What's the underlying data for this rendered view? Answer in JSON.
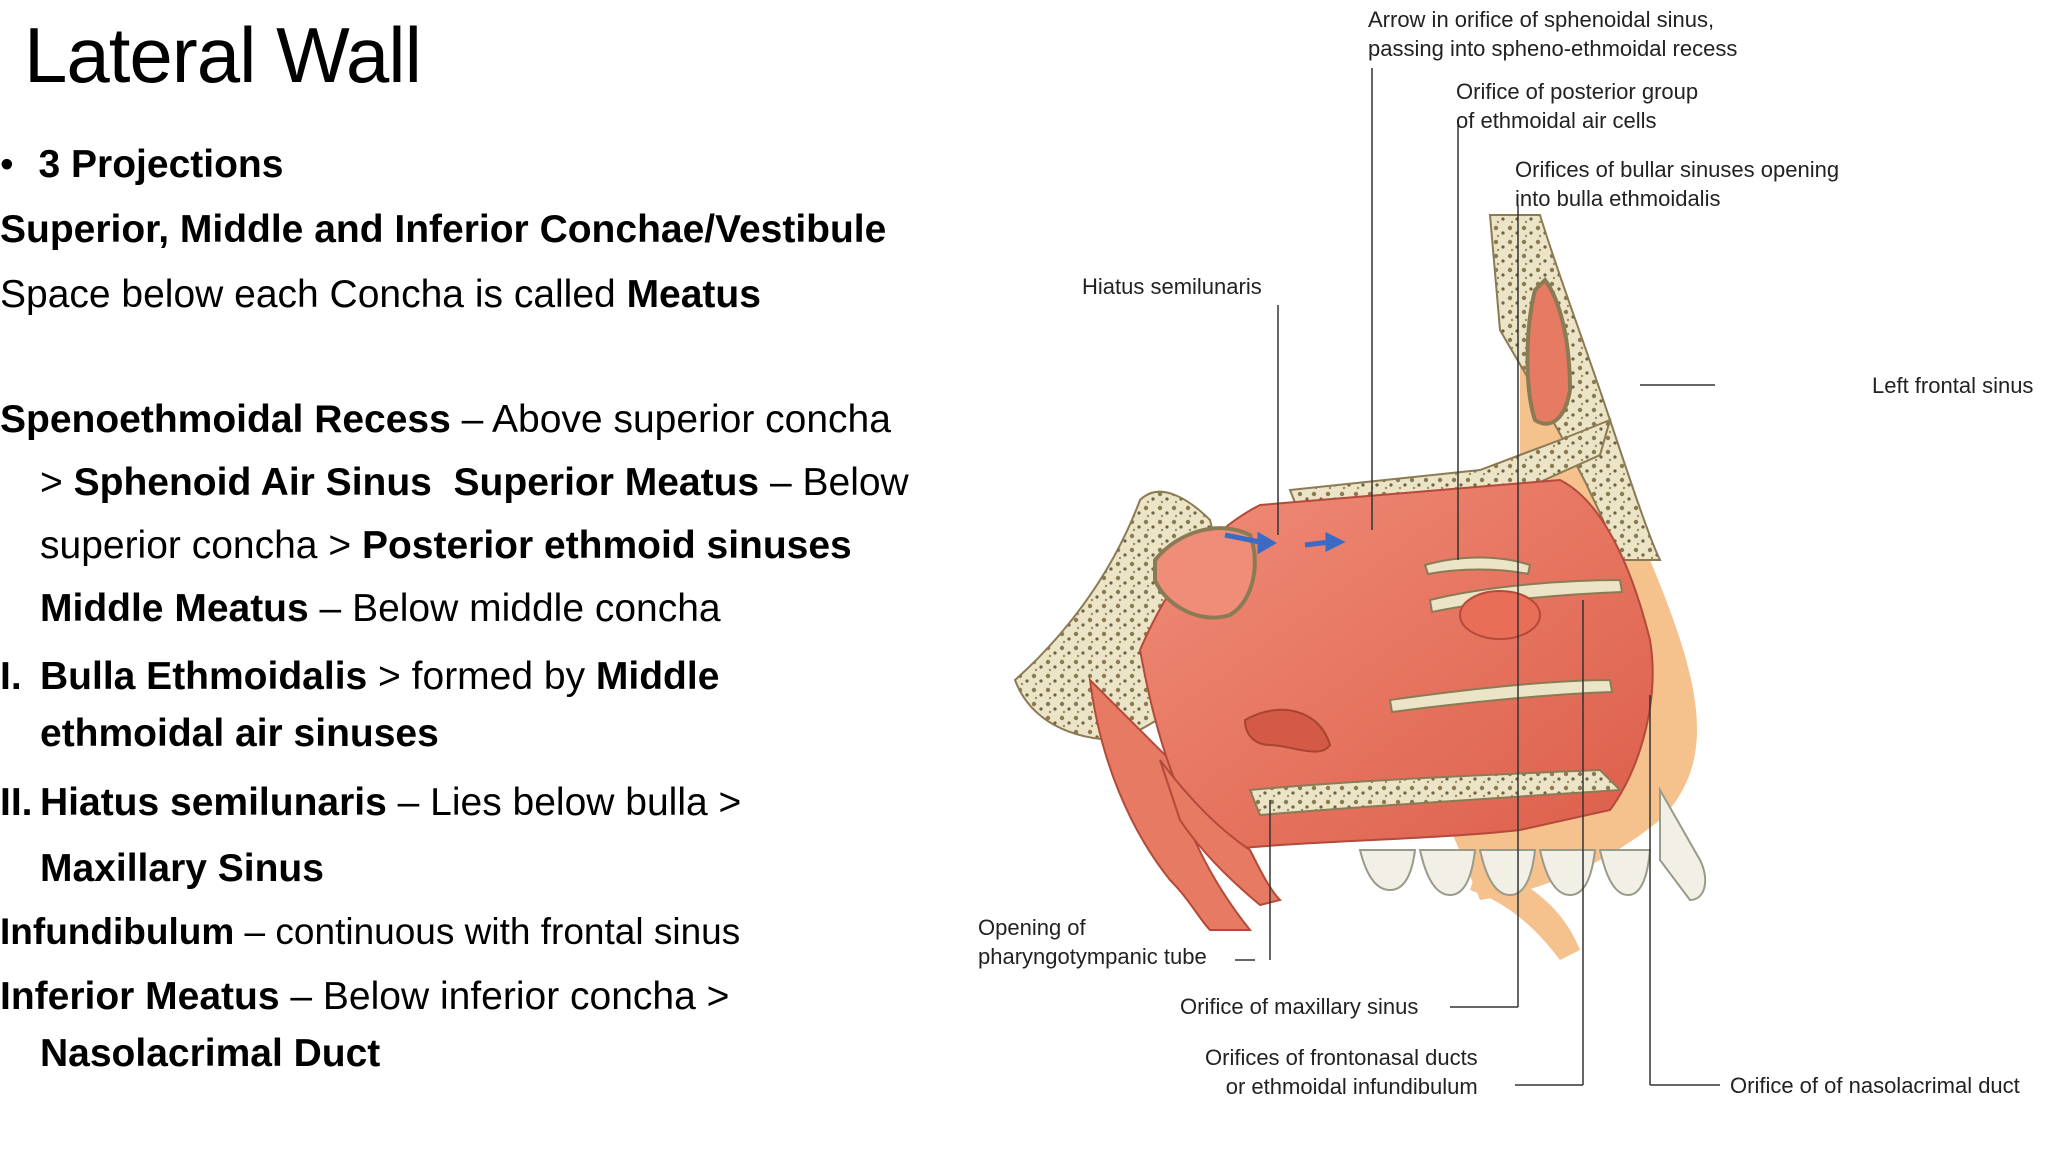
{
  "title": "Lateral Wall",
  "lines": {
    "l1_bullet": "•",
    "l1": "3 Projections",
    "l2": "Superior, Middle and Inferior Conchae/Vestibule",
    "l3_a": "Space below each Concha is called ",
    "l3_b": "Meatus",
    "l4_a": "Spenoethmoidal Recess",
    "l4_b": " – Above superior concha",
    "l5_a": "> ",
    "l5_b": "Sphenoid Air Sinus",
    "l5_c": "  ",
    "l5_d": "Superior Meatus",
    "l5_e": " – Below",
    "l6_a": "superior concha > ",
    "l6_b": "Posterior ethmoid sinuses",
    "l7_a": "Middle Meatus",
    "l7_b": " – Below middle concha",
    "l8_num": "I.",
    "l8_a": "Bulla Ethmoidalis",
    "l8_b": " > formed by ",
    "l8_c": "Middle",
    "l9": "ethmoidal air sinuses",
    "l10_num": "II.",
    "l10_a": "Hiatus semilunaris",
    "l10_b": " – Lies below bulla >",
    "l11": "Maxillary Sinus",
    "l12_a": "Infundibulum",
    "l12_b": " – continuous with frontal sinus",
    "l13_a": "Inferior Meatus",
    "l13_b": " – Below inferior concha >",
    "l14": "Nasolacrimal Duct"
  },
  "labels": {
    "sphenoidal_1": "Arrow in orifice of sphenoidal sinus,",
    "sphenoidal_2": "passing into spheno-ethmoidal recess",
    "posterior_1": "Orifice of posterior group",
    "posterior_2": "of ethmoidal air cells",
    "bullar_1": "Orifices of bullar sinuses opening",
    "bullar_2": "into bulla ethmoidalis",
    "hiatus": "Hiatus semilunaris",
    "frontal": "Left frontal sinus",
    "tube_1": "Opening of",
    "tube_2": "pharyngotympanic tube",
    "maxillary": "Orifice of maxillary sinus",
    "frontonasal_1": "Orifices of frontonasal ducts",
    "frontonasal_2": "or ethmoidal infundibulum",
    "nasolacrimal": "Orifice of of nasolacrimal duct"
  },
  "colors": {
    "mucosa": "#ea7b66",
    "mucosa_dark": "#d85a48",
    "bone": "#ece4c6",
    "skin": "#f5c28e",
    "teeth": "#f2f0e6",
    "arrow": "#3b6bc4"
  }
}
